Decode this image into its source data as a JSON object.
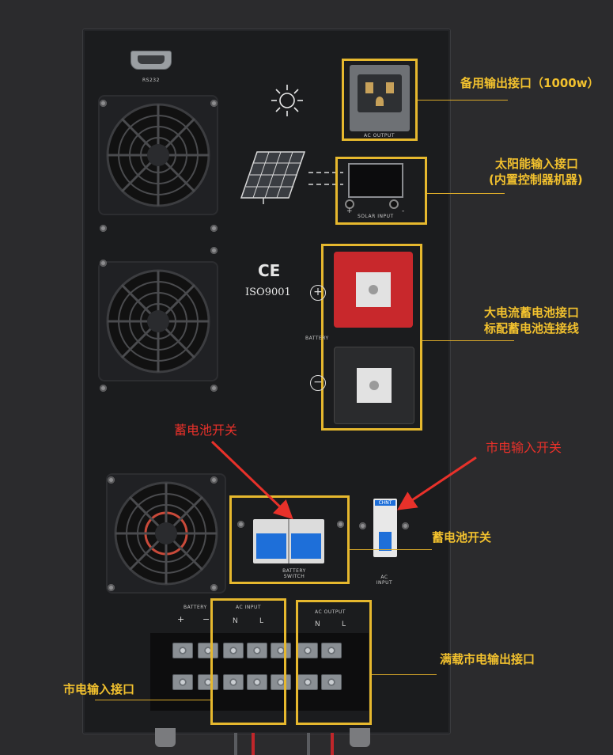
{
  "panel": {
    "rs232_label": "RS232",
    "ce_mark": "CE",
    "iso_label": "ISO9001",
    "battery_label": "BATTERY",
    "solar_input_label": "SOLAR INPUT",
    "solar_plus": "+",
    "solar_minus": "-",
    "ac_output_socket_label": "AC OUTPUT",
    "battery_switch_label": "BATTERY SWITCH",
    "ac_input_breaker_label": "AC INPUT",
    "breaker_brand": "CHNT",
    "terminal_battery_label": "BATTERY",
    "terminal_ac_input_label": "AC INPUT",
    "terminal_ac_output_label": "AC OUTPUT",
    "n_label": "N",
    "l_label": "L",
    "plus_symbol": "+",
    "minus_symbol": "−"
  },
  "annotations": {
    "backup_output": "备用输出接口（1000w）",
    "solar_input_line1": "太阳能输入接口",
    "solar_input_line2": "(内置控制器机器)",
    "battery_port_line1": "大电流蓄电池接口",
    "battery_port_line2": "标配蓄电池连接线",
    "battery_switch_red": "蓄电池开关",
    "mains_switch_red": "市电输入开关",
    "battery_switch_yellow": "蓄电池开关",
    "full_load_output": "满载市电输出接口",
    "mains_input": "市电输入接口"
  },
  "colors": {
    "annotation_yellow": "#f2c12e",
    "annotation_red": "#e8312a",
    "frame_yellow": "#e6b82e",
    "breaker_blue": "#1e6fd9",
    "battery_positive_red": "#c8282c"
  },
  "icons": [
    "sun-icon",
    "solar-panel-icon",
    "fan-icon",
    "ce-mark",
    "plus-circle-icon",
    "minus-circle-icon",
    "red-arrow-icon"
  ]
}
